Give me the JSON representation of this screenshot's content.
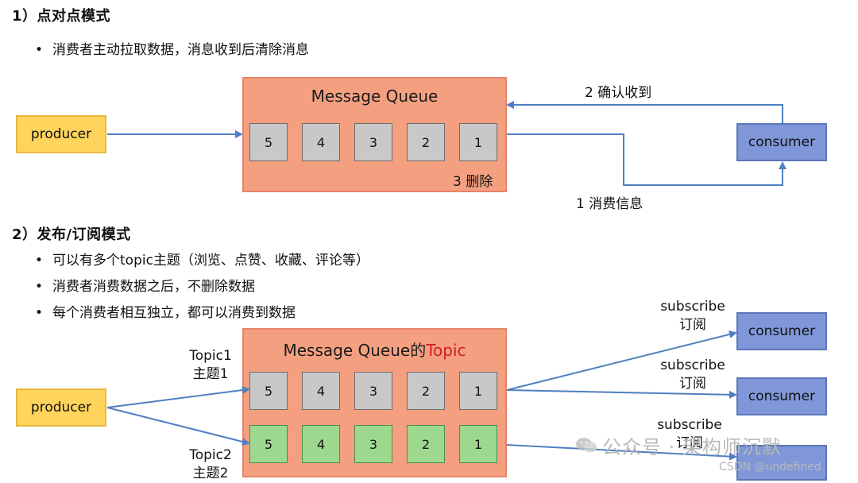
{
  "section1": {
    "heading": "1）点对点模式",
    "bullet": "消费者主动拉取数据，消息收到后清除消息"
  },
  "section2": {
    "heading": "2）发布/订阅模式",
    "bullets": [
      "可以有多个topic主题（浏览、点赞、收藏、评论等）",
      "消费者消费数据之后，不删除数据",
      "每个消费者相互独立，都可以消费到数据"
    ]
  },
  "diagram1": {
    "producer": "producer",
    "queue_title": "Message Queue",
    "slots": [
      "5",
      "4",
      "3",
      "2",
      "1"
    ],
    "consumer": "consumer",
    "label_confirm": "2 确认收到",
    "label_delete": "3 删除",
    "label_consume": "1 消费信息"
  },
  "diagram2": {
    "producer": "producer",
    "queue_title_prefix": "Message Queue的",
    "queue_title_accent": "Topic",
    "topic1": {
      "name": "Topic1",
      "cn": "主题1"
    },
    "topic2": {
      "name": "Topic2",
      "cn": "主题2"
    },
    "slots_topic1": [
      "5",
      "4",
      "3",
      "2",
      "1"
    ],
    "slots_topic2": [
      "5",
      "4",
      "3",
      "2",
      "1"
    ],
    "subscribers": [
      {
        "label": "subscribe",
        "cn": "订阅",
        "consumer": "consumer"
      },
      {
        "label": "subscribe",
        "cn": "订阅",
        "consumer": "consumer"
      },
      {
        "label": "subscribe",
        "cn": "订阅"
      }
    ]
  },
  "watermark": {
    "main": "公众号 · 架构师沉默",
    "sub": "CSDN @undefined"
  },
  "colors": {
    "queue_fill": "#f4a080",
    "queue_border": "#e7836a",
    "producer_fill": "#ffd45c",
    "consumer_fill": "#7f97d8",
    "slot_gray": "#c8c8c8",
    "slot_green": "#9ed88f",
    "arrow": "#4f7fc1",
    "accent_text": "#d12020"
  }
}
